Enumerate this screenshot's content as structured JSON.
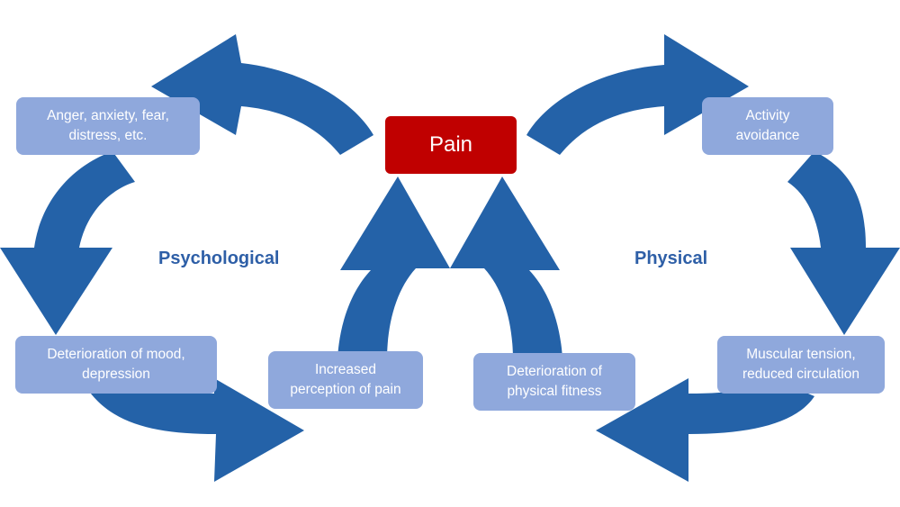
{
  "center": {
    "label": "Pain"
  },
  "sections": {
    "psychological": "Psychological",
    "physical": "Physical"
  },
  "boxes": {
    "anger": [
      "Anger, anxiety, fear,",
      "distress, etc."
    ],
    "deterioration_mood": [
      "Deterioration of mood,",
      "depression"
    ],
    "increased_perception": [
      "Increased",
      "perception of pain"
    ],
    "deterioration_fitness": [
      "Deterioration of",
      "physical fitness"
    ],
    "muscular_tension": [
      "Muscular tension,",
      "reduced circulation"
    ],
    "activity_avoidance": [
      "Activity",
      "avoidance"
    ]
  },
  "colors": {
    "arrow": "#2462a8",
    "box": "#8fa8dc",
    "pain": "#c00000",
    "label": "#2e5fa7"
  }
}
